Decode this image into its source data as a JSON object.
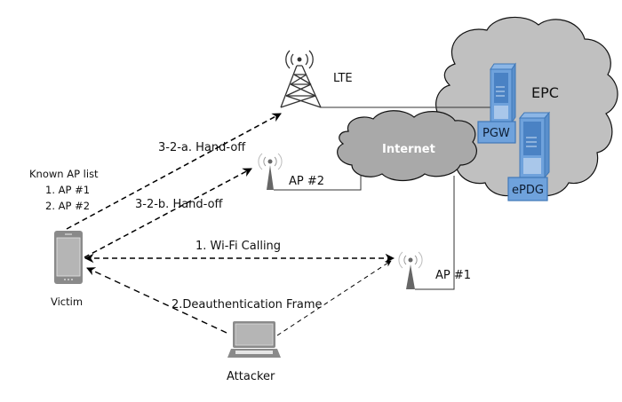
{
  "nodes": {
    "lte": {
      "label": "LTE"
    },
    "epc": {
      "label": "EPC"
    },
    "pgw": {
      "label": "PGW"
    },
    "epdg": {
      "label": "ePDG"
    },
    "internet": {
      "label": "Internet"
    },
    "ap2": {
      "label": "AP #2"
    },
    "ap1": {
      "label": "AP #1"
    },
    "victim": {
      "label": "Victim"
    },
    "attacker": {
      "label": "Attacker"
    }
  },
  "known_ap_list": {
    "title": "Known AP list",
    "items": [
      "1. AP #1",
      "2. AP #2"
    ]
  },
  "edges": {
    "handoff_a": {
      "label": "3-2-a. Hand-off"
    },
    "handoff_b": {
      "label": "3-2-b.  Hand-off"
    },
    "wifi_calling": {
      "label": "1. Wi-Fi Calling"
    },
    "deauth": {
      "label": "2.Deauthentication Frame"
    }
  },
  "colors": {
    "cloud_fill": "#c0c0c0",
    "server_blue": "#6fa2dc",
    "server_dark": "#3f78b8",
    "icon_gray": "#6b6b6b"
  }
}
